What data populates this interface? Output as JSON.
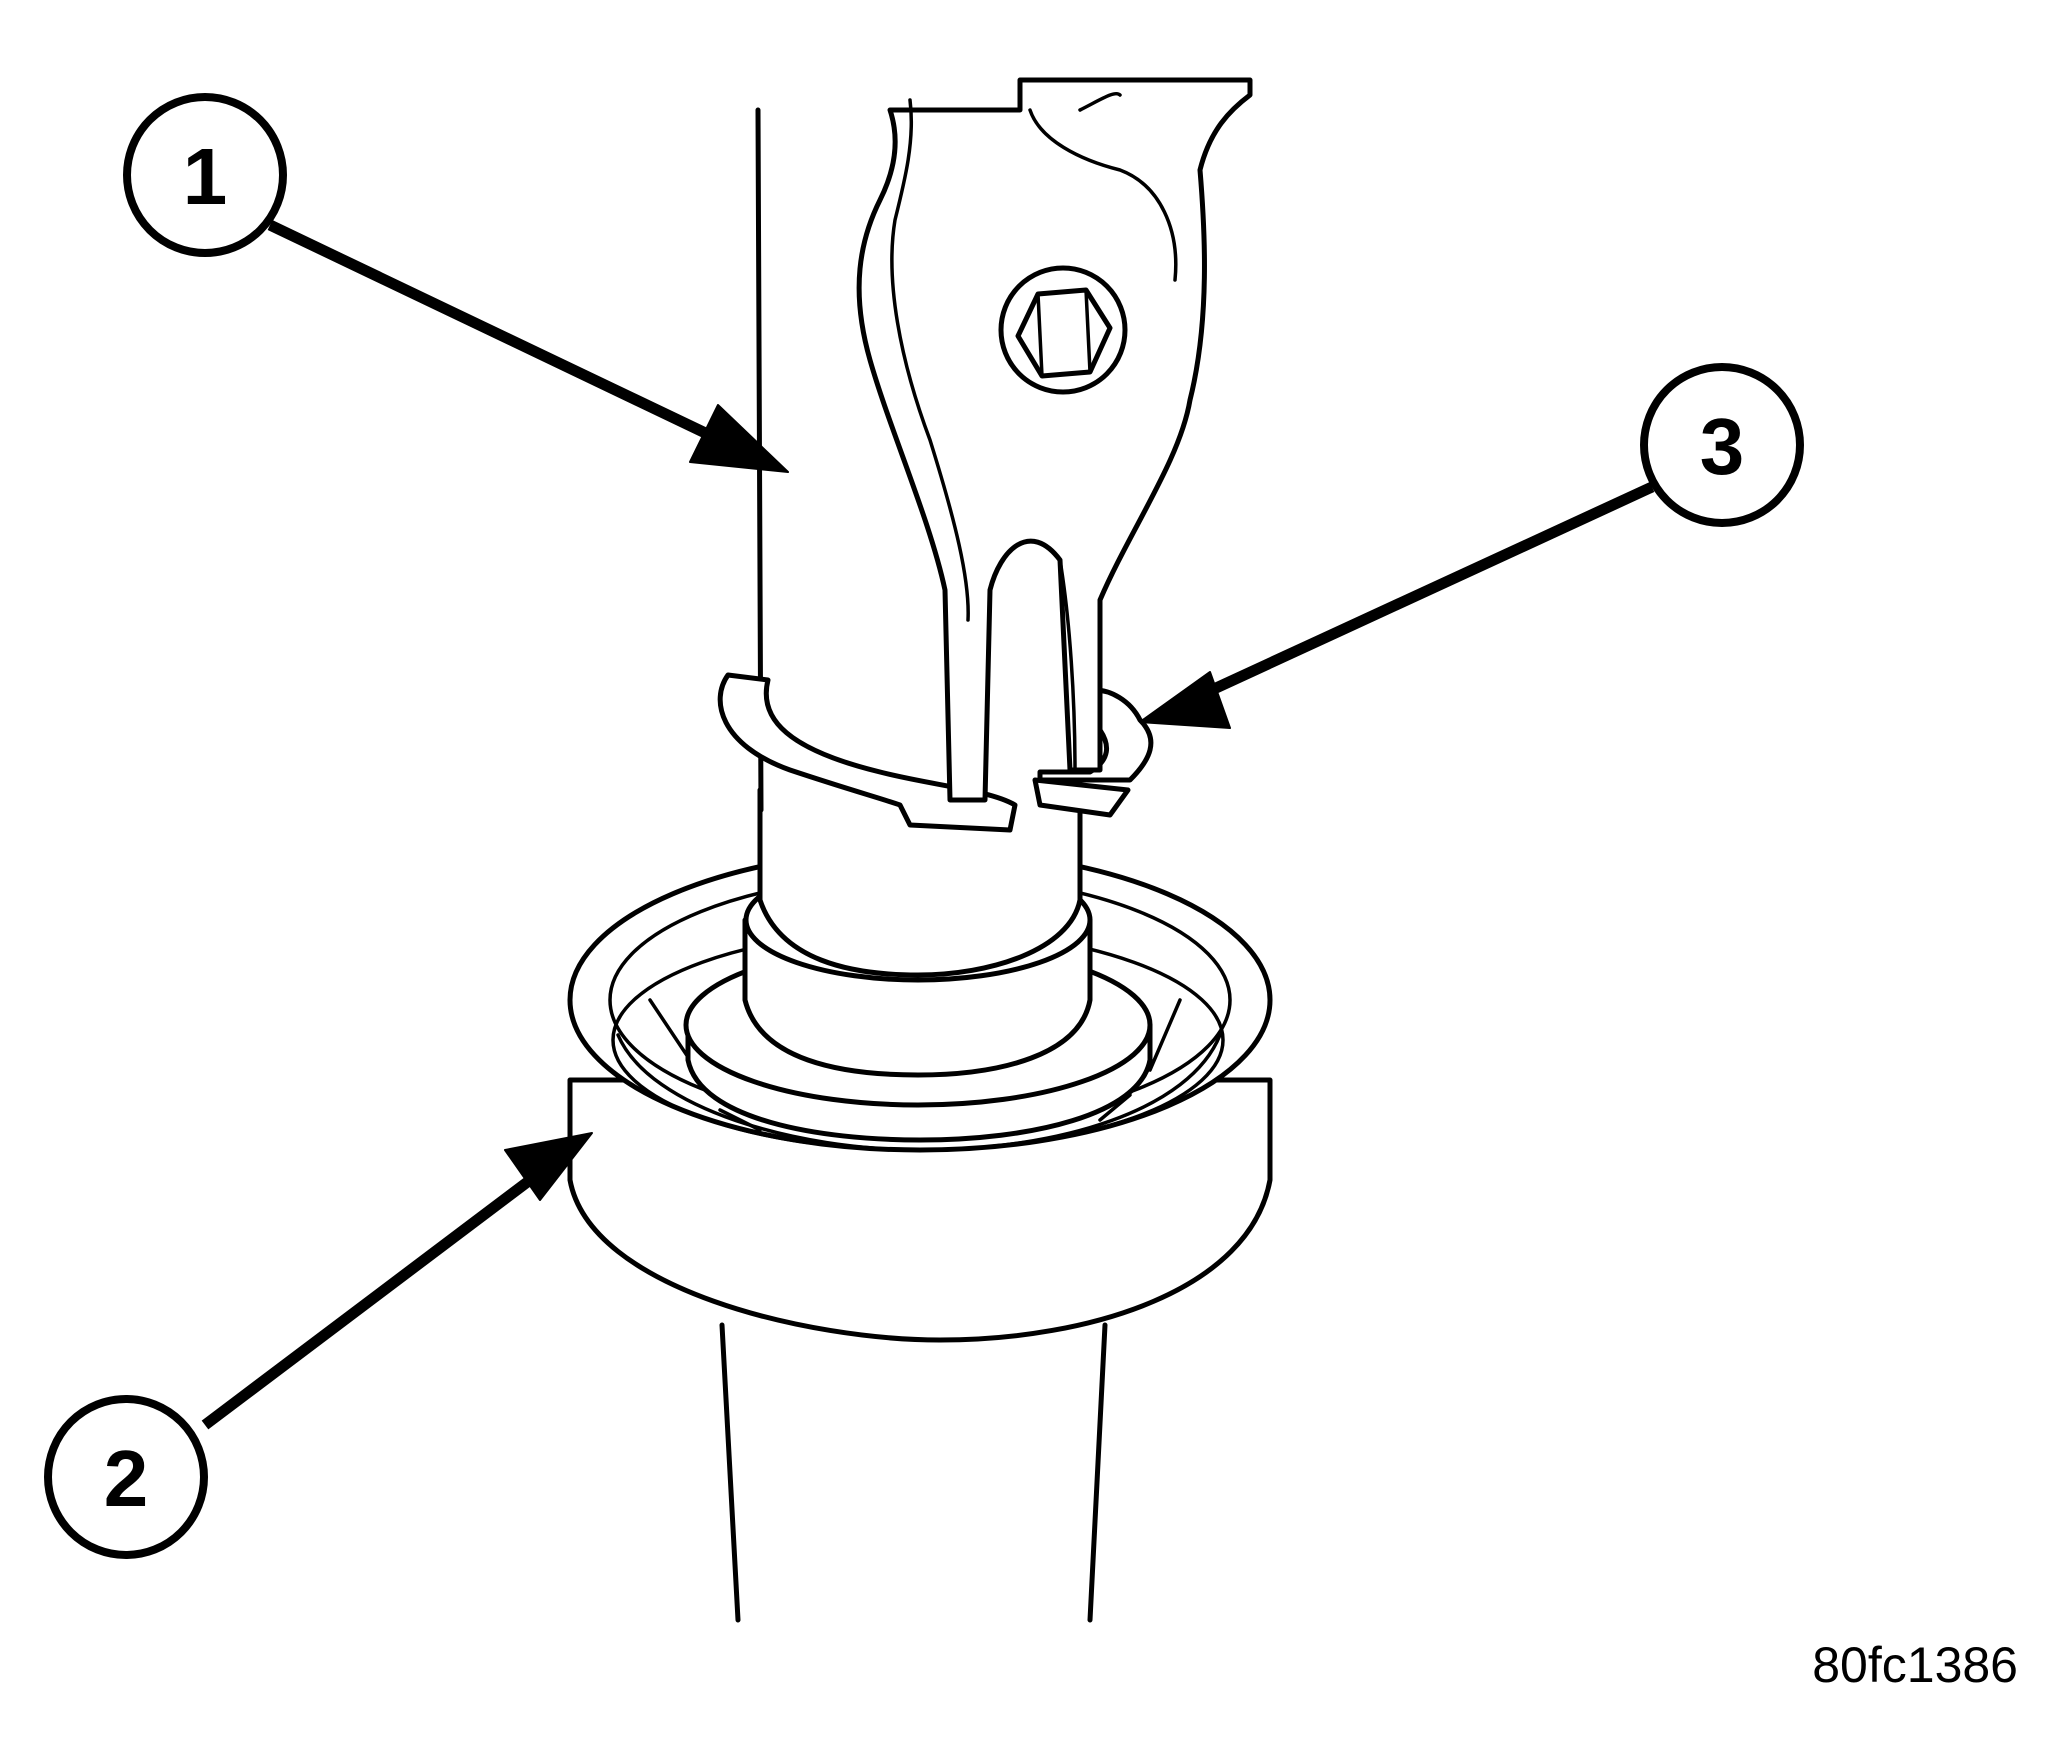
{
  "figure": {
    "id_code": "80fc1386"
  },
  "callouts": [
    {
      "number": "1"
    },
    {
      "number": "2"
    },
    {
      "number": "3"
    }
  ]
}
